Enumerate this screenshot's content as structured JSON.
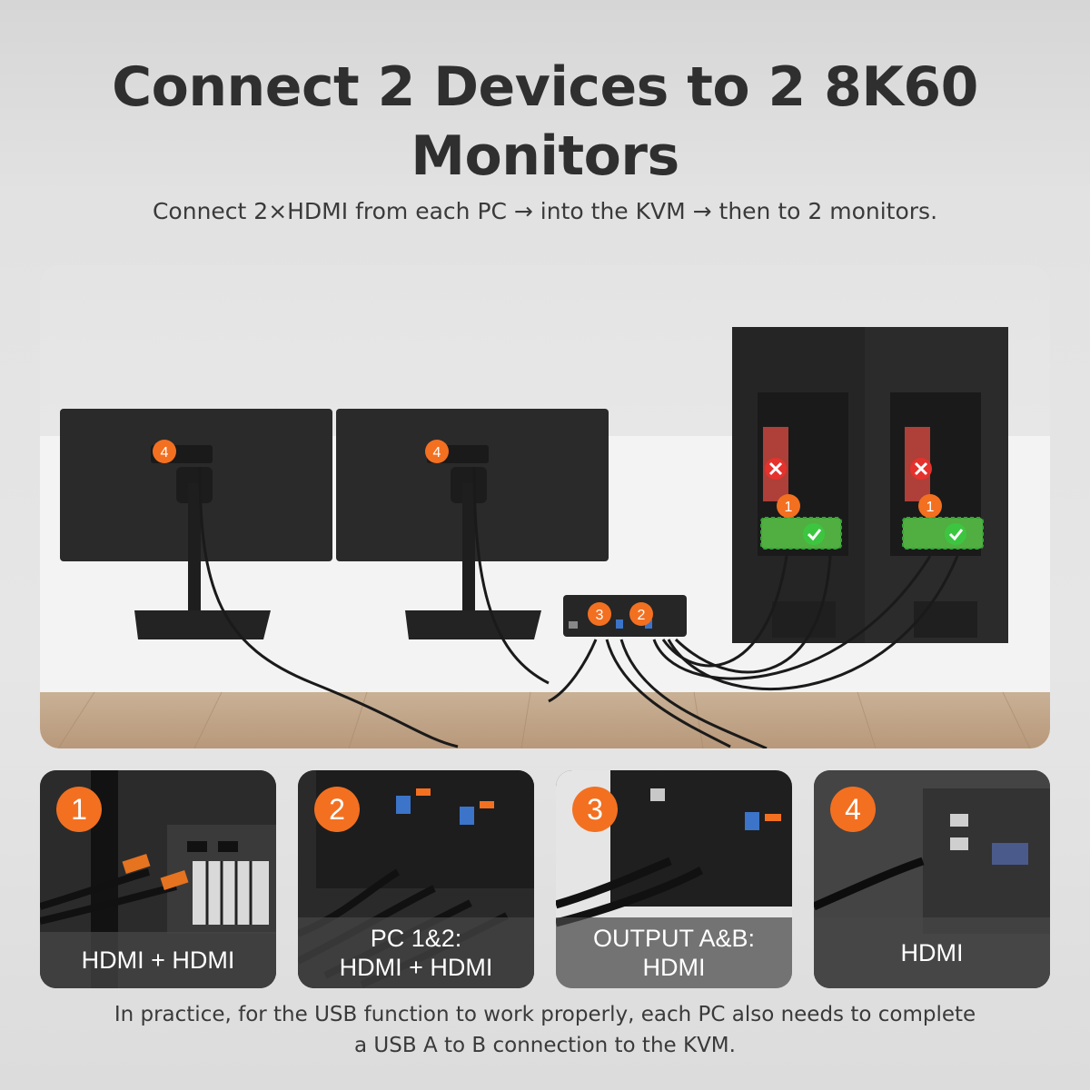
{
  "header": {
    "title_line1": "Connect 2 Devices to 2 8K60",
    "title_line2": "Monitors",
    "subtitle": "Connect 2×HDMI from each PC → into the KVM → then to 2 monitors."
  },
  "hero": {
    "badges": [
      "1",
      "1",
      "2",
      "3",
      "4",
      "4"
    ]
  },
  "tiles": [
    {
      "number": "1",
      "caption": "HDMI + HDMI"
    },
    {
      "number": "2",
      "caption": "PC 1&2:\nHDMI + HDMI"
    },
    {
      "number": "3",
      "caption": "OUTPUT A&B:\nHDMI"
    },
    {
      "number": "4",
      "caption": "HDMI"
    }
  ],
  "footer": {
    "note_line1": "In practice, for the USB function to work properly, each PC also needs to complete",
    "note_line2": "a USB A to B connection to the KVM."
  },
  "colors": {
    "accent_orange": "#f37021",
    "ok_green": "#3cc640",
    "error_red": "#e5322d",
    "title_text": "#2f2f2f"
  }
}
